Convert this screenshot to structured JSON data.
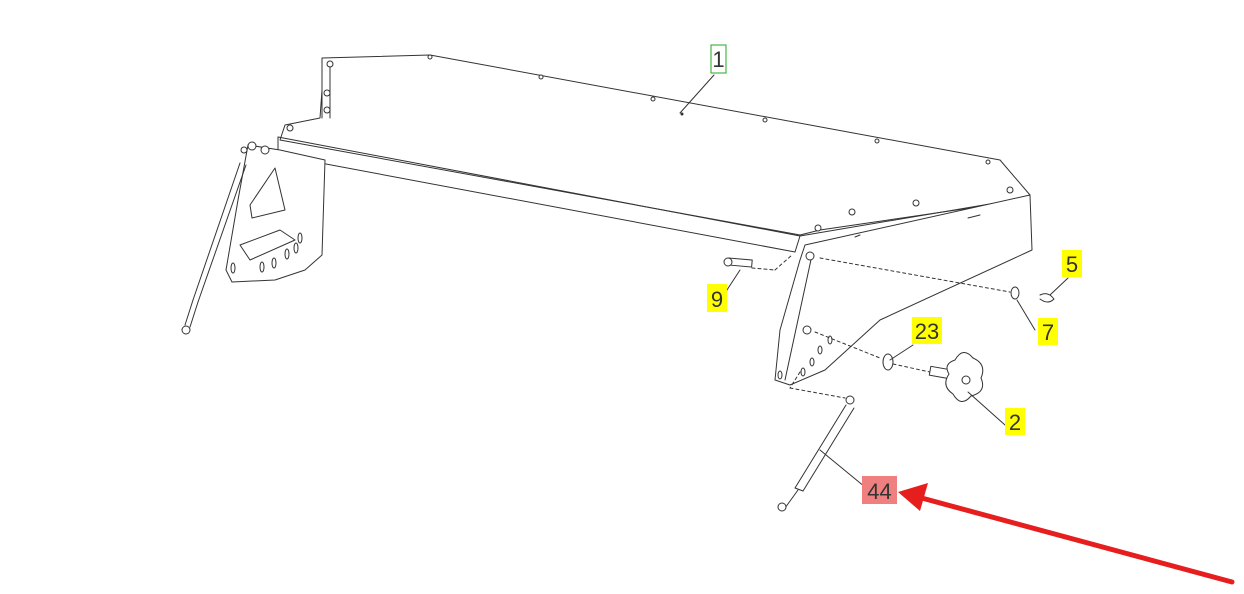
{
  "diagram": {
    "callouts": [
      {
        "id": "c1",
        "label": "1",
        "highlight": "green-outline"
      },
      {
        "id": "c9",
        "label": "9",
        "highlight": "#ffff00"
      },
      {
        "id": "c5",
        "label": "5",
        "highlight": "#ffff00"
      },
      {
        "id": "c7",
        "label": "7",
        "highlight": "#ffff00"
      },
      {
        "id": "c23",
        "label": "23",
        "highlight": "#ffff00"
      },
      {
        "id": "c2",
        "label": "2",
        "highlight": "#ffff00"
      },
      {
        "id": "c44",
        "label": "44",
        "highlight": "#f08080"
      }
    ],
    "colors": {
      "line": "#333333",
      "yellow_highlight": "#ffff00",
      "green_outline": "#22aa22",
      "red_highlight": "#f08080",
      "arrow": "#e61e1e"
    },
    "pointer_arrow": {
      "target": "c44",
      "color": "#e61e1e"
    }
  }
}
